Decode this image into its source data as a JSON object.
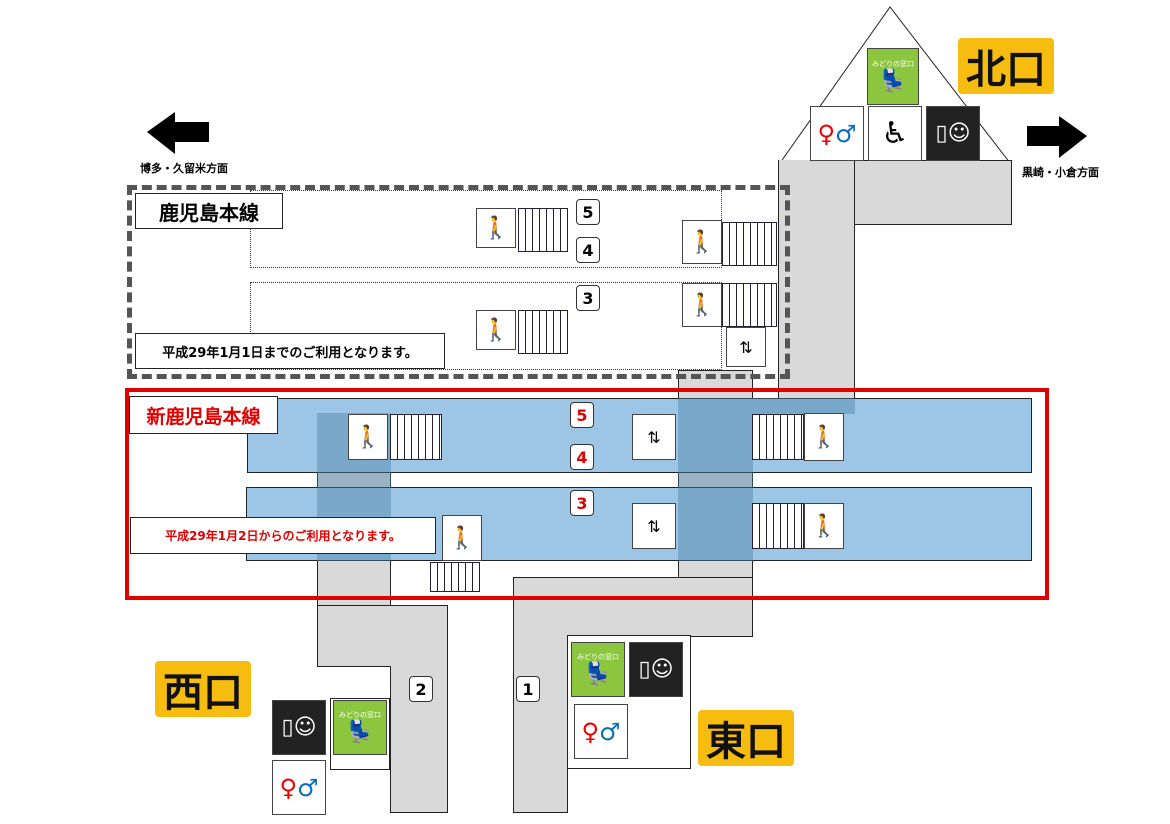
{
  "directions": {
    "left": "博多・久留米方面",
    "right": "黒崎・小倉方面"
  },
  "exits": {
    "north": "北口",
    "west": "西口",
    "east": "東口"
  },
  "old_line": {
    "name": "鹿児島本線",
    "notice": "平成29年1月1日までのご利用となります。",
    "platforms": [
      "5",
      "4",
      "3"
    ]
  },
  "new_line": {
    "name": "新鹿児島本線",
    "notice": "平成29年1月2日からのご利用となります。",
    "platforms": [
      "5",
      "4",
      "3"
    ]
  },
  "exit_numbers": [
    "2",
    "1"
  ],
  "facility_labels": {
    "ticket_office": "みどりの窓口"
  },
  "colors": {
    "new_line": "#e00000",
    "platform": "#9dc6e6",
    "exit_sign": "#f7bc10",
    "ticket_office": "#8cc63f"
  }
}
